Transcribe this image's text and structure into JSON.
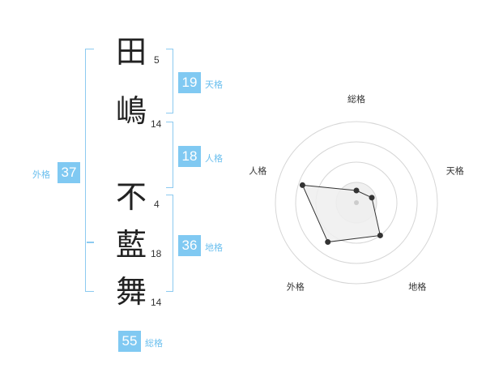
{
  "name_chars": [
    {
      "char": "田",
      "strokes": "5"
    },
    {
      "char": "嶋",
      "strokes": "14"
    },
    {
      "char": "不",
      "strokes": "4"
    },
    {
      "char": "藍",
      "strokes": "18"
    },
    {
      "char": "舞",
      "strokes": "14"
    }
  ],
  "fortunes": {
    "tenkaku": {
      "value": "19",
      "label": "天格"
    },
    "jinkaku": {
      "value": "18",
      "label": "人格"
    },
    "chikaku": {
      "value": "36",
      "label": "地格"
    },
    "gaikaku": {
      "value": "37",
      "label": "外格"
    },
    "soukaku": {
      "value": "55",
      "label": "総格"
    }
  },
  "chart_data": {
    "type": "radar",
    "axes": [
      "総格",
      "天格",
      "地格",
      "外格",
      "人格"
    ],
    "values": [
      0.15,
      0.2,
      0.5,
      0.6,
      0.7
    ],
    "rings": 4,
    "colors": {
      "fill": "#eeeeee",
      "line": "#333333",
      "grid": "#d6d6d6",
      "accent": "#80c9f2"
    }
  }
}
